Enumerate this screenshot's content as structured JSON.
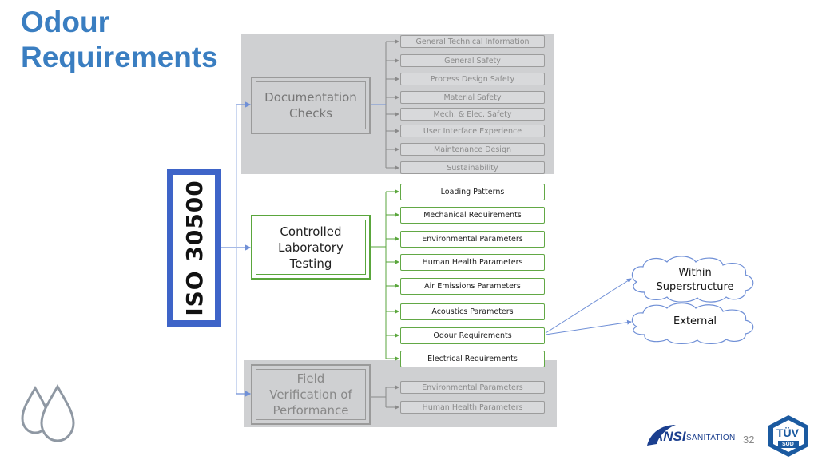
{
  "title": "Odour\nRequirements",
  "iso_label": "ISO 30500",
  "main_nodes": {
    "documentation": "Documentation\nChecks",
    "laboratory": "Controlled\nLaboratory\nTesting",
    "field": "Field\nVerification of\nPerformance"
  },
  "documentation_items": [
    "General Technical Information",
    "General Safety",
    "Process Design Safety",
    "Material Safety",
    "Mech. & Elec. Safety",
    "User Interface Experience",
    "Maintenance Design",
    "Sustainability"
  ],
  "laboratory_items": [
    "Loading Patterns",
    "Mechanical Requirements",
    "Environmental Parameters",
    "Human Health Parameters",
    "Air Emissions Parameters",
    "Acoustics Parameters",
    "Odour Requirements",
    "Electrical Requirements"
  ],
  "field_items": [
    "Environmental Parameters",
    "Human Health Parameters"
  ],
  "odour_targets": [
    "Within\nSuperstructure",
    "External"
  ],
  "footer": {
    "ansi_logo": "ANSI",
    "sanitation": "SANITATION",
    "page_number": "32",
    "tuv_logo": "TÜV",
    "tuv_sub": "SÜD"
  },
  "colors": {
    "title": "#3a7ec1",
    "iso_border": "#3e64c8",
    "connector": "#6f8fd6",
    "green": "#5aa63c",
    "gray_panel": "#cfd0d2"
  }
}
